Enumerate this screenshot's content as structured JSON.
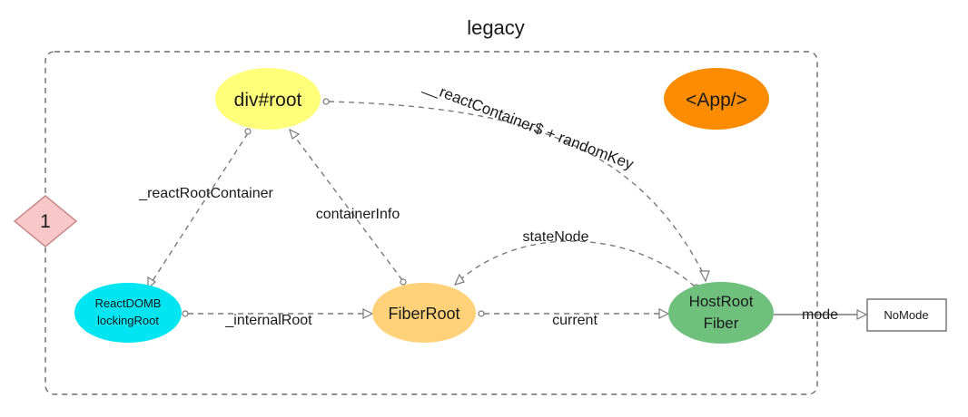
{
  "title": "legacy",
  "marker": {
    "label": "1",
    "fill": "#f8c8c8",
    "stroke": "#c98a8a"
  },
  "nodes": {
    "div_root": {
      "label": "div#root",
      "fill": "#ffff7a"
    },
    "app": {
      "label": "<App/>",
      "fill": "#fb8c00"
    },
    "react_dom_blocking_root": {
      "line1": "ReactDOMB",
      "line2": "lockingRoot",
      "fill": "#00e5f2"
    },
    "fiber_root": {
      "label": "FiberRoot",
      "fill": "#ffd27a"
    },
    "host_root_fiber": {
      "line1": "HostRoot",
      "line2": "Fiber",
      "fill": "#6ec07c"
    },
    "no_mode": {
      "label": "NoMode"
    }
  },
  "edges": {
    "react_container_key": "__reactContainer$ + randomKey",
    "react_root_container": "_reactRootContainer",
    "container_info": "containerInfo",
    "state_node": "stateNode",
    "internal_root": "_internalRoot",
    "current": "current",
    "mode": "mode"
  },
  "colors": {
    "edge": "#7a7a7a",
    "frame": "#6b6b6b"
  }
}
